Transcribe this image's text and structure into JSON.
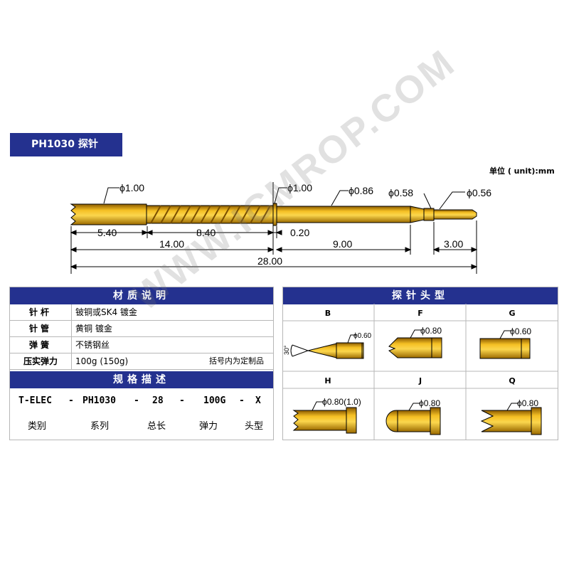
{
  "header": {
    "title": "PH1030 探针",
    "unit": "单位 ( unit):mm"
  },
  "drawing": {
    "dia_tail": "ϕ1.00",
    "dia_mid": "ϕ1.00",
    "dia_barrel": "ϕ0.86",
    "dia_step": "ϕ0.58",
    "dia_tip": "ϕ0.56",
    "dims": {
      "d540": "5.40",
      "d840": "8.40",
      "d020": "0.20",
      "d1400": "14.00",
      "d900": "9.00",
      "d300": "3.00",
      "d2800": "28.00"
    },
    "watermark": "WWW.ICMROP.COM"
  },
  "material": {
    "title": "材质说明",
    "rows": [
      {
        "key": "针杆",
        "value": "铍铜或SK4 镀金",
        "note": ""
      },
      {
        "key": "针管",
        "value": "黄铜 镀金",
        "note": ""
      },
      {
        "key": "弹簧",
        "value": "不锈钢丝",
        "note": ""
      },
      {
        "key": "压实弹力",
        "value": "100g (150g)",
        "note": "括号内为定制品"
      }
    ]
  },
  "spec": {
    "title": "规格描述",
    "codes": [
      "T-ELEC",
      "-",
      "PH1030",
      "-",
      "28",
      "-",
      "100G",
      "-",
      "X"
    ],
    "captions": [
      "类别",
      "系列",
      "总长",
      "弹力",
      "头型"
    ]
  },
  "tips": {
    "title": "探针头型",
    "labels": [
      "B",
      "F",
      "G",
      "H",
      "J",
      "Q"
    ],
    "dims": {
      "b": "ϕ0.60",
      "f": "ϕ0.80",
      "g": "ϕ0.60",
      "h": "ϕ0.80(1.0)",
      "j": "ϕ0.80",
      "q": "ϕ0.80"
    },
    "angle": "30°"
  },
  "colors": {
    "brand": "#24318f",
    "gold": "#e2a500",
    "gold_dark": "#8a5a00"
  }
}
